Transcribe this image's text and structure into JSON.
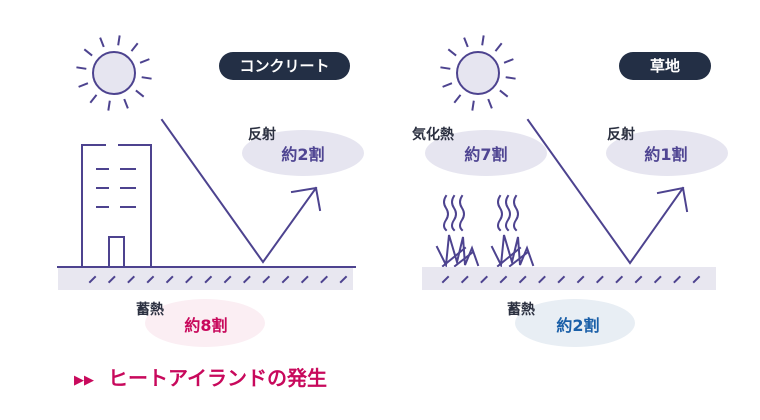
{
  "colors": {
    "line": "#4d438f",
    "badge": "#232f45",
    "reflect_bubble": "#e6e5f0",
    "heat_bubble_concrete": "#fbeef3",
    "heat_bubble_grass": "#e8eef4",
    "accent_red": "#c8095c",
    "accent_blue": "#1a5fa8"
  },
  "concrete": {
    "badge": "コンクリート",
    "reflect_label": "反射",
    "reflect_value": "約2割",
    "storage_label": "蓄熱",
    "storage_value": "約8割"
  },
  "grass": {
    "badge": "草地",
    "evap_label": "気化熱",
    "evap_value": "約7割",
    "reflect_label": "反射",
    "reflect_value": "約1割",
    "storage_label": "蓄熱",
    "storage_value": "約2割"
  },
  "footer": {
    "marker": "▶▶",
    "text": "ヒートアイランドの発生"
  }
}
